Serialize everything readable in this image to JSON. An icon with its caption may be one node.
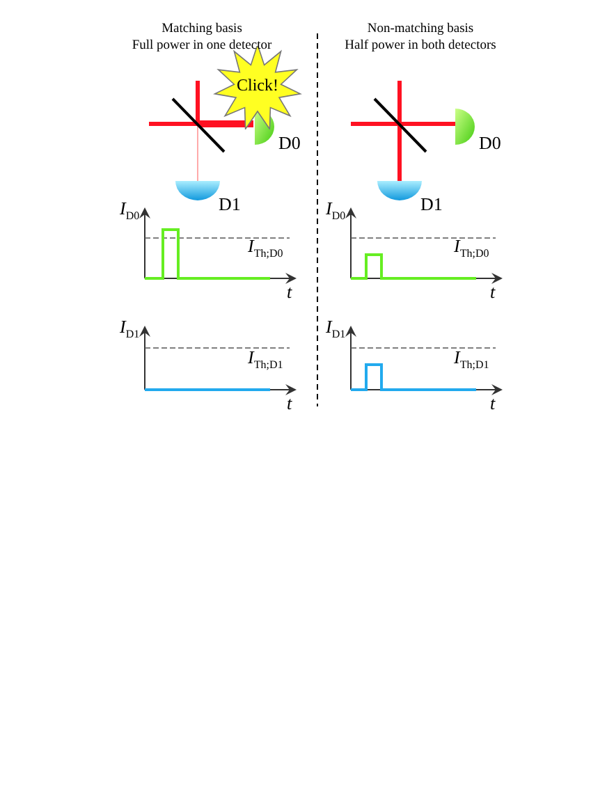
{
  "diagram": {
    "nodes": [
      {
        "text": [
          "Click!"
        ]
      },
      {
        "text": [],
        "shape": "semicircle",
        "beside": [
          "D0"
        ]
      },
      {
        "text": [],
        "shape": "semicircle",
        "beside": [
          "D1"
        ]
      },
      {
        "text": [],
        "shape": "semicircle",
        "beside": [
          "D0"
        ]
      },
      {
        "text": [],
        "shape": "semicircle",
        "beside": [
          "D1"
        ]
      }
    ],
    "labels": [
      "Matching basis",
      "Full power in one detector",
      "Non-matching basis",
      "Half power in both detectors",
      "*I*$_{D0}$",
      "*I*$_{D0}$",
      "*I*$_{Th;D0}$",
      "*I*$_{Th;D0}$",
      "*t*",
      "*t*",
      "*I*$_{D1}$",
      "*I*$_{D1}$",
      "*I*$_{Th;D1}$",
      "*I*$_{Th;D1}$",
      "*t*",
      "*t*"
    ]
  }
}
